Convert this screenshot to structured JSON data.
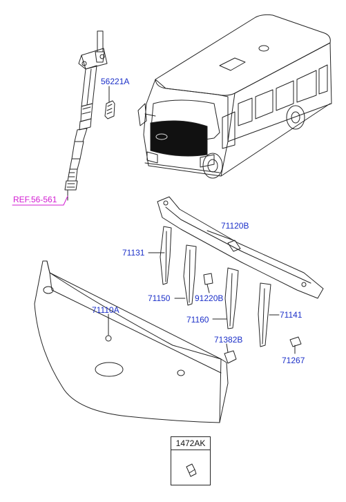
{
  "diagram": {
    "part_labels": [
      {
        "id": "p56221A",
        "text": "56221A"
      },
      {
        "id": "pref",
        "text": "REF.56-561"
      },
      {
        "id": "p71120B",
        "text": "71120B"
      },
      {
        "id": "p71131",
        "text": "71131"
      },
      {
        "id": "p71150",
        "text": "71150"
      },
      {
        "id": "p91220B",
        "text": "91220B"
      },
      {
        "id": "p71110A",
        "text": "71110A"
      },
      {
        "id": "p71160",
        "text": "71160"
      },
      {
        "id": "p71141",
        "text": "71141"
      },
      {
        "id": "p71382B",
        "text": "71382B"
      },
      {
        "id": "p71267",
        "text": "71267"
      }
    ],
    "legend": {
      "code": "1472AK"
    },
    "colors": {
      "label": "#1a2ec8",
      "reference": "#d21ad2",
      "line": "#222222"
    }
  }
}
